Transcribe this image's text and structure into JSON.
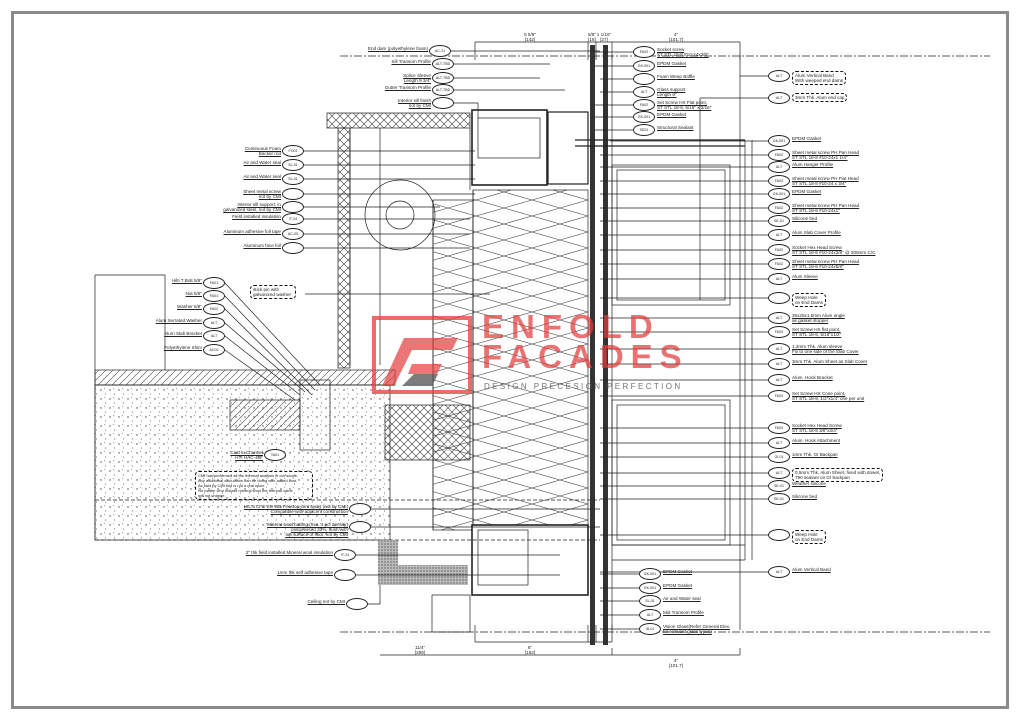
{
  "logo": {
    "name_line1": "ENFOLD",
    "name_line2": "FACADES",
    "tagline": "DESIGN PRECESION PERFECTION",
    "brand_color": "#e23c3c"
  },
  "dimensions": {
    "top": [
      "5 5/8\"\n[142]",
      "5/8\"\n[16]",
      "1 1/16\"\n[27]",
      "4\"\n[101.7]"
    ],
    "bottom": [
      "11/4\"\n[286]",
      "6\"\n[152]",
      "4\"\n[101.7]"
    ]
  },
  "left_callouts": [
    {
      "text": "End dam (polyethylene foam)",
      "tag": "AC-21"
    },
    {
      "text": "Sill Transom Profile",
      "tag": "ALT-TBD"
    },
    {
      "text": "Splice Sleeve\nLength 9 3/4\"",
      "tag": "ALT-TBD"
    },
    {
      "text": "Gutter Transom Profile",
      "tag": "ALT-TBD"
    },
    {
      "text": "Interior sill finish\nnot by CMI",
      "tag": ""
    },
    {
      "text": "Continuous Foam\nBacker rod",
      "tag": "FO01"
    },
    {
      "text": "Air and  Water seal",
      "tag": "SL-01"
    },
    {
      "text": "Air and  Water seal",
      "tag": "SL-01"
    },
    {
      "text": "Sheet metal screw\nnot by CMI",
      "tag": ""
    },
    {
      "text": "Interior sill support, in\ngalvanized steel, not by CMI",
      "tag": ""
    },
    {
      "text": "Field installed insulation",
      "tag": "IT-24"
    },
    {
      "text": "Aluminum adhesive foil tape",
      "tag": "AC-05"
    },
    {
      "text": "Aluminum face foil",
      "tag": ""
    },
    {
      "text": "Hilti T Bolt 5/8\"",
      "tag": "FA01"
    },
    {
      "text": "Nut 5/8\"",
      "tag": "FA01"
    },
    {
      "text": "Washer 5/8\"",
      "tag": "FA02"
    },
    {
      "text": "Alum Serrated Washer",
      "tag": "ALT"
    },
    {
      "text": "Alum Slab Bracket",
      "tag": "ALT"
    },
    {
      "text": "Polyethylene  Shim",
      "tag": "AC02"
    },
    {
      "text": "Cast in Channel\nHTI HAC-40F",
      "tag": "TA01"
    },
    {
      "text": "HILTI CFS-SP WB Firestop joint spray (not by CMI)\nCompatible with adjacent construction",
      "tag": ""
    },
    {
      "text": "Mineral wool batting (min. 4 pcf density)\ncompressed 33%, flush with\ntop surface of floor, not by CMI",
      "tag": ""
    },
    {
      "text": "2\" thk field installed Mineral wool insulation",
      "tag": "IT-24"
    },
    {
      "text": "1mm thk self adhesive tape",
      "tag": ""
    },
    {
      "text": "Ceiling not by CMI",
      "tag": ""
    }
  ],
  "mid_callouts": [
    {
      "text": "Socket screw\nST STL 18-8 #10-24x3/8\"",
      "tag": "FA02"
    },
    {
      "text": "EPDM Gasket",
      "tag": "GK-001"
    },
    {
      "text": "Foam Weep Baffle",
      "tag": ""
    },
    {
      "text": "Glass support\nLength 8\"",
      "tag": "ALT"
    },
    {
      "text": "Set Screw HX Flat point,\nST STL 18-8, 5/16\" x 3/16\"",
      "tag": "FA02"
    },
    {
      "text": "EPDM Gasket",
      "tag": "GK-001"
    },
    {
      "text": "Structural Sealant",
      "tag": "SE01"
    },
    {
      "text": "EPDM Gasket",
      "tag": "GK-001"
    },
    {
      "text": "EPDM Gasket",
      "tag": "GK-001"
    },
    {
      "text": "Air and Water seal",
      "tag": "SL-01"
    },
    {
      "text": "Mid Transom Profile",
      "tag": "ALT"
    },
    {
      "text": "Vision Glass(Refer General Elev.\nfor relevant glass types)",
      "tag": "GL01"
    }
  ],
  "right_callouts": [
    {
      "text": "Alum Vertical Band\nWith weeped end dams",
      "tag": "ALT",
      "note": true
    },
    {
      "text": "3mm Thk. Alum end cap",
      "tag": "ALT",
      "note": true
    },
    {
      "text": "EPDM Gasket",
      "tag": "GK-001"
    },
    {
      "text": "Sheet metal screw PH Pan Head\nST STL 18-8 #10-24x1 1/4\"",
      "tag": "FA02"
    },
    {
      "text": "Alum Hanger Profile",
      "tag": "ALT"
    },
    {
      "text": "Sheet metal screw PH Flat Head\nST STL 18-8 #10-24 x 3/4\"",
      "tag": "FA02"
    },
    {
      "text": "EPDM Gasket",
      "tag": "GK-001"
    },
    {
      "text": "Sheet metal screw PH Pan Head\nST STL 18-8 #10-24x1\"",
      "tag": "FA02"
    },
    {
      "text": "Silicone bed",
      "tag": "SE-01"
    },
    {
      "text": "Alum Slab Cover Profile",
      "tag": "ALT"
    },
    {
      "text": "Socket Hex Head Screw\nST STL 18-8 #10-24x3/8\" @ 300mm C/C",
      "tag": "FA02"
    },
    {
      "text": "Sheet metal screw PH Pan Head\nST STL 18-8 #10-24x5/8\"",
      "tag": "FA02"
    },
    {
      "text": "Alum Sleeve",
      "tag": "ALT"
    },
    {
      "text": "Weep Hole\non End Dams",
      "tag": "",
      "note": true
    },
    {
      "text": "35x25x1.5mm Alum angle\nas gasket stopper",
      "tag": "ALT"
    },
    {
      "text": "Set Screw HX flat point,\nST STL 18-8, 5/16\"x1/2\"",
      "tag": "FA02"
    },
    {
      "text": "1.2mm Thk. Alum sleeve\nFix to one side of the Slab Cover",
      "tag": "ALT"
    },
    {
      "text": "3mm Thk. Alum Sheet as Slab Cover",
      "tag": "ALT"
    },
    {
      "text": "Alum. Hook Bracket",
      "tag": "ALT"
    },
    {
      "text": "Set Screw HX Cone point,\nST STL 18-8, 1/2\"x1/4\" one per unit",
      "tag": "FA02"
    },
    {
      "text": "Socket Hex Head Screw\nST STL 18-8 3/8\"x3/4\"",
      "tag": "FA02"
    },
    {
      "text": "Alum. Hook Attachment",
      "tag": "ALT"
    },
    {
      "text": "1mm Thk. GI Backpan",
      "tag": "GI-01"
    },
    {
      "text": "0.5mm Thk. Alum Sheet, fixed with dowel,\n790 sealant on GI backpan",
      "tag": "ALT",
      "note": true
    },
    {
      "text": "Weather silicone",
      "tag": "SE-01"
    },
    {
      "text": "Silicone bed",
      "tag": "SE-01"
    },
    {
      "text": "Weep Hole\non End Dams",
      "tag": "",
      "note": true
    },
    {
      "text": "Alum Vertical Band",
      "tag": "ALT"
    }
  ],
  "notes": {
    "stick_pin": "stick pin with\ngalvanized washer",
    "thermal_note": "CMI has performed all the thermal analysis in our scope.\nAny additional calculation can be doing with added cost.\nAs said by CMI this is not a real issue.\nNo matter who installs mineral wool the thermal value\nwill not change."
  }
}
